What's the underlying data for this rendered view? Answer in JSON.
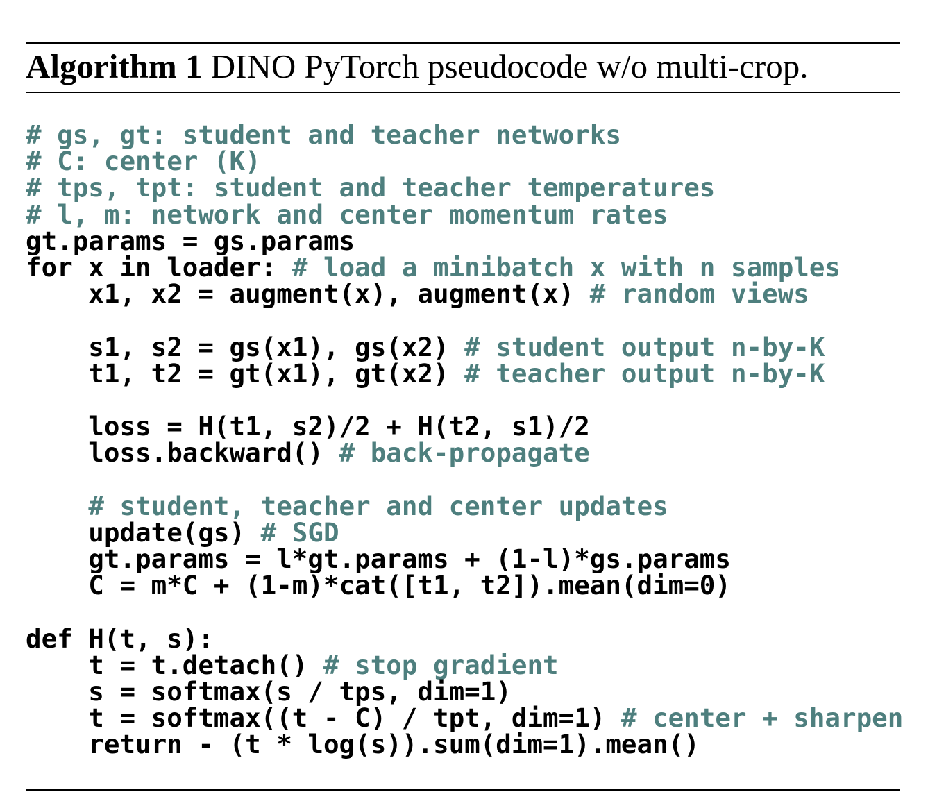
{
  "caption": {
    "label": "Algorithm 1",
    "title": "DINO PyTorch pseudocode w/o multi-crop."
  },
  "code": [
    {
      "code": "",
      "comment": "# gs, gt: student and teacher networks"
    },
    {
      "code": "",
      "comment": "# C: center (K)"
    },
    {
      "code": "",
      "comment": "# tps, tpt: student and teacher temperatures"
    },
    {
      "code": "",
      "comment": "# l, m: network and center momentum rates"
    },
    {
      "code": "gt.params = gs.params",
      "comment": ""
    },
    {
      "code": "for x in loader: ",
      "comment": "# load a minibatch x with n samples"
    },
    {
      "code": "    x1, x2 = augment(x), augment(x) ",
      "comment": "# random views"
    },
    {
      "code": "",
      "comment": ""
    },
    {
      "code": "    s1, s2 = gs(x1), gs(x2) ",
      "comment": "# student output n-by-K"
    },
    {
      "code": "    t1, t2 = gt(x1), gt(x2) ",
      "comment": "# teacher output n-by-K"
    },
    {
      "code": "",
      "comment": ""
    },
    {
      "code": "    loss = H(t1, s2)/2 + H(t2, s1)/2",
      "comment": ""
    },
    {
      "code": "    loss.backward() ",
      "comment": "# back-propagate"
    },
    {
      "code": "",
      "comment": ""
    },
    {
      "code": "    ",
      "comment": "# student, teacher and center updates"
    },
    {
      "code": "    update(gs) ",
      "comment": "# SGD"
    },
    {
      "code": "    gt.params = l*gt.params + (1-l)*gs.params",
      "comment": ""
    },
    {
      "code": "    C = m*C + (1-m)*cat([t1, t2]).mean(dim=0)",
      "comment": ""
    },
    {
      "code": "",
      "comment": ""
    },
    {
      "code": "def H(t, s):",
      "comment": ""
    },
    {
      "code": "    t = t.detach() ",
      "comment": "# stop gradient"
    },
    {
      "code": "    s = softmax(s / tps, dim=1)",
      "comment": ""
    },
    {
      "code": "    t = softmax((t - C) / tpt, dim=1) ",
      "comment": "# center + sharpen"
    },
    {
      "code": "    return - (t * log(s)).sum(dim=1).mean()",
      "comment": ""
    }
  ]
}
